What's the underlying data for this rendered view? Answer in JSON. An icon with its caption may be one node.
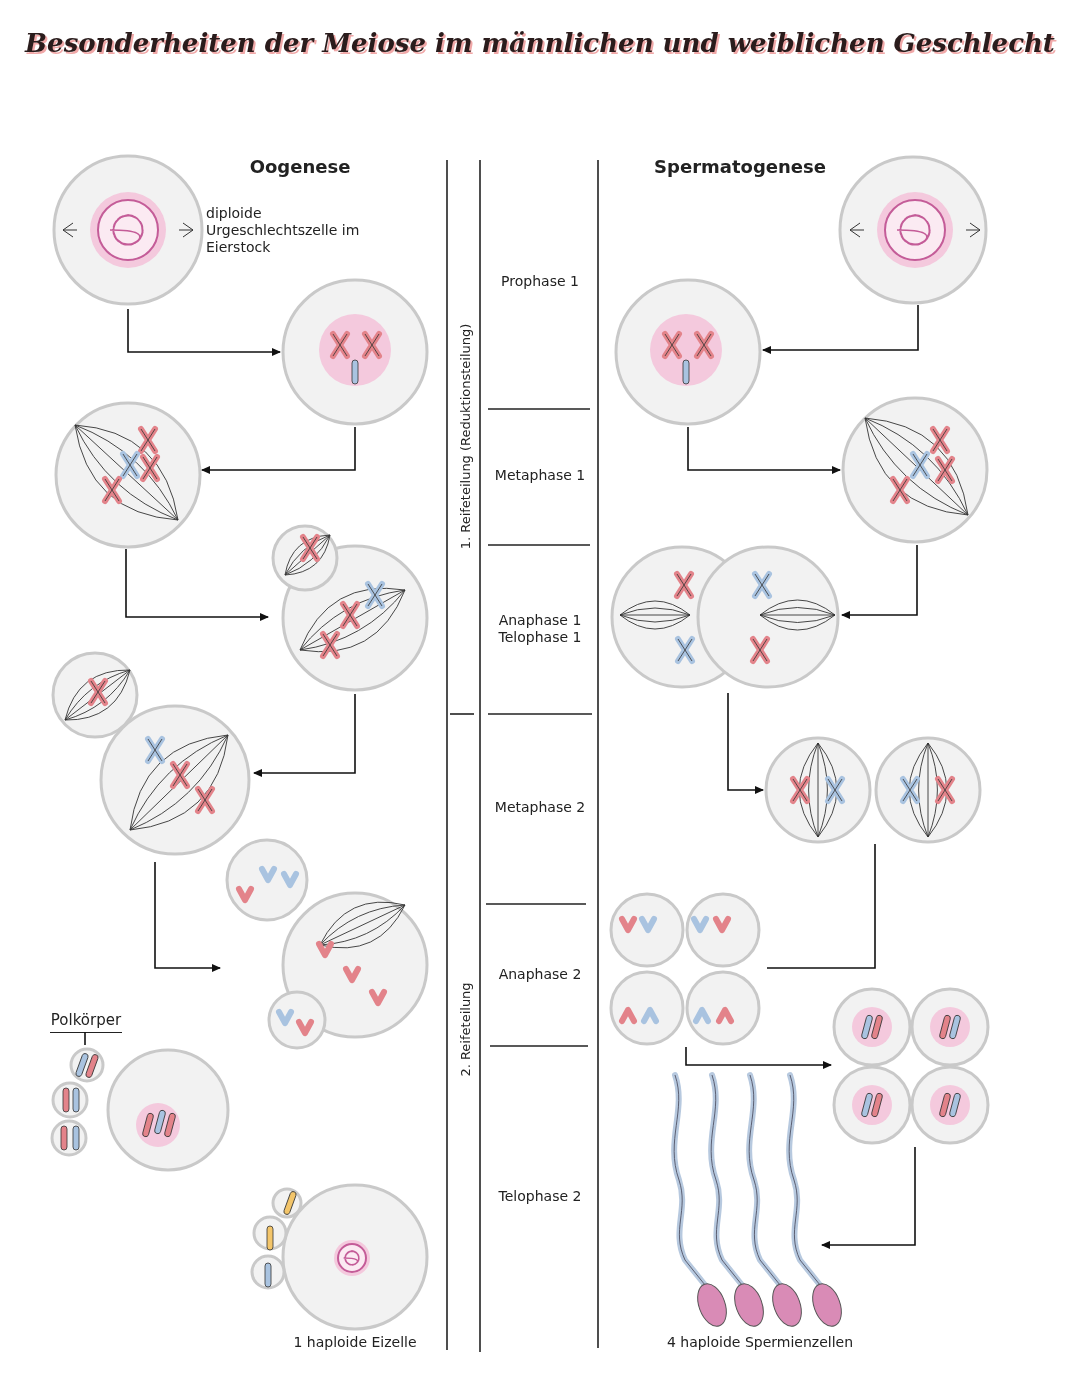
{
  "diagram": {
    "title": "Besonderheiten der Meiose im männlichen und weiblichen Geschlecht",
    "nodes": [
      {
        "text": [],
        "shape": "circle",
        "beside": [
          "diploide Urgeschlechtszelle im Eierstock"
        ]
      },
      {
        "text": [],
        "shape": "circle"
      },
      {
        "text": [],
        "shape": "circle"
      },
      {
        "text": [],
        "shape": "circle"
      },
      {
        "text": [],
        "shape": "circle"
      },
      {
        "text": [],
        "shape": "circle"
      },
      {
        "text": [
          "Polkörper"
        ]
      },
      {
        "text": [],
        "shape": "circle"
      },
      {
        "text": [],
        "shape": "circle"
      },
      {
        "text": [],
        "shape": "circle",
        "beside": [
          "1 haploide Eizelle"
        ]
      },
      {
        "text": [],
        "shape": "circle"
      },
      {
        "text": [],
        "shape": "circle"
      },
      {
        "text": [],
        "shape": "circle"
      },
      {
        "text": [],
        "shape": "circle"
      },
      {
        "text": [],
        "shape": "circle"
      },
      {
        "text": [],
        "shape": "circle"
      },
      {
        "text": [],
        "shape": "circle"
      },
      {
        "text": [],
        "shape": "picture",
        "beside": [
          "4 haploide Spermienzellen"
        ]
      }
    ],
    "edges": [
      {
        "from": 0,
        "to": 1,
        "arrow": "to"
      },
      {
        "from": 1,
        "to": 2,
        "arrow": "to"
      },
      {
        "from": 2,
        "to": 3,
        "arrow": "to"
      },
      {
        "from": 3,
        "to": 4,
        "arrow": "to"
      },
      {
        "from": 4,
        "to": 5,
        "arrow": "to"
      },
      {
        "from": 6,
        "to": 7,
        "arrow": "none"
      },
      {
        "from": 10,
        "to": 11,
        "arrow": "to"
      },
      {
        "from": 11,
        "to": 12,
        "arrow": "to"
      },
      {
        "from": 12,
        "to": 13,
        "arrow": "to"
      },
      {
        "from": 13,
        "to": 14,
        "arrow": "to"
      },
      {
        "from": 14,
        "to": 15,
        "arrow": "none"
      },
      {
        "from": 15,
        "to": 16,
        "arrow": "to"
      },
      {
        "from": 16,
        "to": 17,
        "arrow": "to"
      }
    ],
    "labels": [
      "Oogenese",
      "Spermatogenese",
      "1. Reifeteilung (Reduktionsteilung)",
      "Prophase 1",
      "Metaphase 1",
      "Anaphase 1 Telophase 1",
      "Metaphase 2",
      "2. Reifeteilung",
      "Anaphase 2",
      "Telophase 2"
    ]
  }
}
